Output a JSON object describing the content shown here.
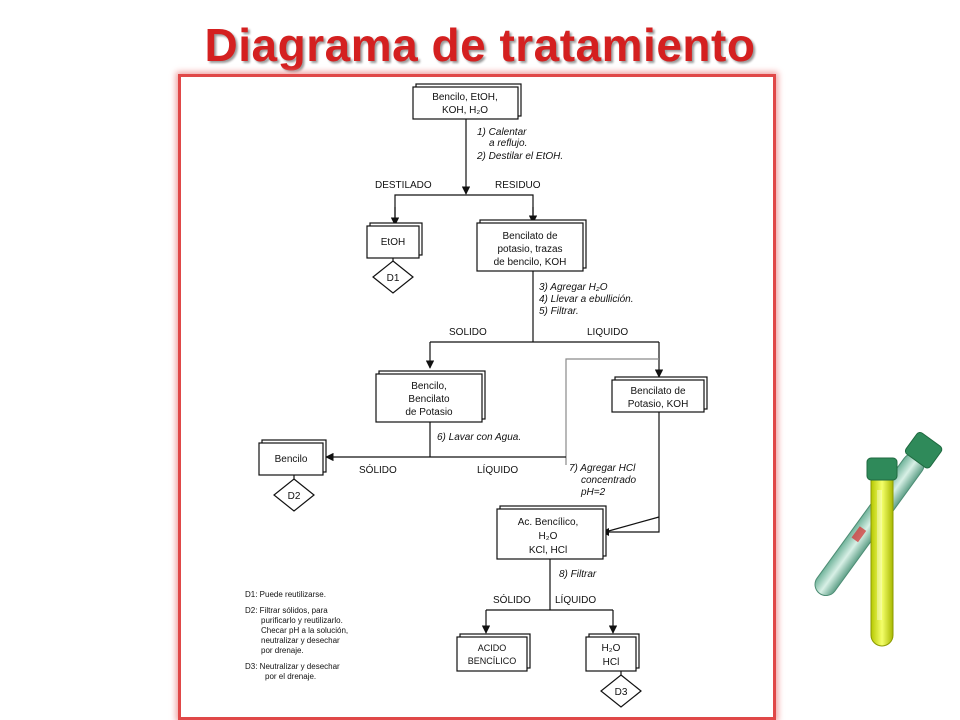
{
  "title": "Diagrama de tratamiento",
  "boxes": {
    "start": [
      "Bencilo, EtOH,",
      "KOH, H₂O"
    ],
    "etoh": "EtOH",
    "residue": [
      "Bencilato de",
      "potasio, trazas",
      "de bencilo, KOH"
    ],
    "solid1": [
      "Bencilo,",
      "Bencilato",
      "de Potasio"
    ],
    "liquid1": [
      "Bencilato de",
      "Potasio, KOH"
    ],
    "bencilo": "Bencilo",
    "acid_mix": [
      "Ac. Bencílico,",
      "H₂O",
      "KCl, HCl"
    ],
    "acido": [
      "ACIDO",
      "BENCÍLICO"
    ],
    "water": [
      "H₂O",
      "HCl"
    ]
  },
  "disposal": {
    "d1": "D1",
    "d2": "D2",
    "d3": "D3"
  },
  "steps": {
    "s1": "1) Calentar",
    "s1b": "a reflujo.",
    "s2": "2) Destilar el EtOH.",
    "s3": "3) Agregar H₂O",
    "s4": "4) Llevar a ebullición.",
    "s5": "5) Filtrar.",
    "s6": "6) Lavar con Agua.",
    "s7": "7) Agregar HCl",
    "s7b": "concentrado",
    "s7c": "pH=2",
    "s8": "8) Filtrar"
  },
  "branch_labels": {
    "destilado": "DESTILADO",
    "residuo": "RESIDUO",
    "solido1": "SOLIDO",
    "liquido1": "LIQUIDO",
    "solido2": "SÓLIDO",
    "liquido2": "LÍQUIDO",
    "solido3": "SÓLIDO",
    "liquido3": "LÍQUIDO"
  },
  "notes": [
    "D1: Puede reutilizarse.",
    "D2: Filtrar sólidos, para",
    "purificarlo y reutilizarlo.",
    "Checar pH a la solución,",
    "neutralizar y desechar",
    "por drenaje.",
    "D3: Neutralizar y desechar",
    "por el drenaje."
  ],
  "colors": {
    "title": "#d42020",
    "frame": "#e04848"
  }
}
